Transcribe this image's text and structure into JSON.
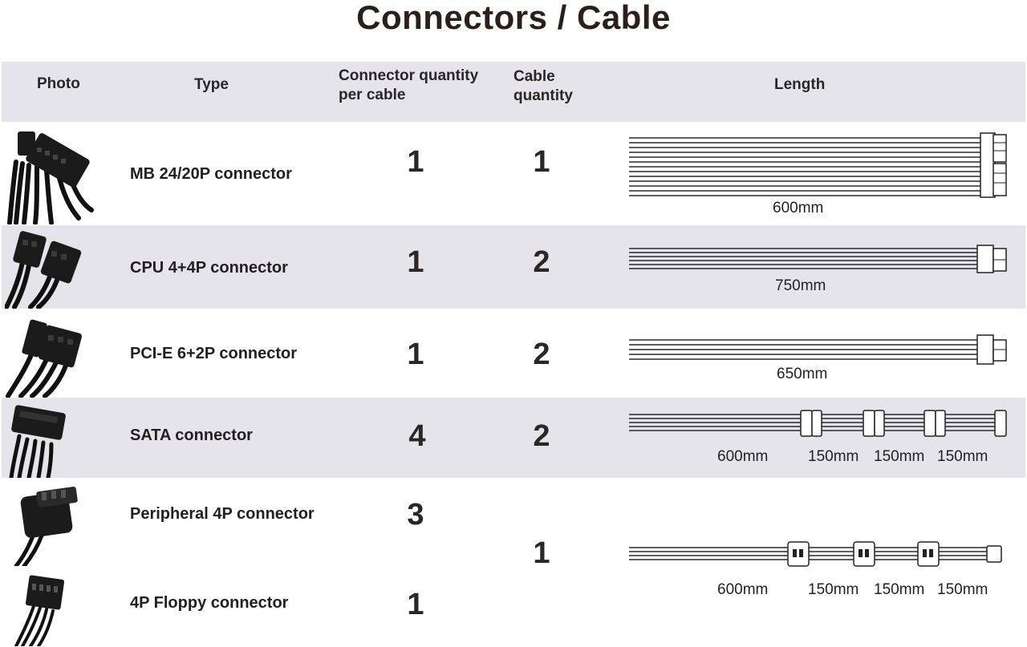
{
  "title": "Connectors / Cable",
  "header": {
    "photo": "Photo",
    "type": "Type",
    "connector_qty_line1": "Connector quantity",
    "connector_qty_line2": "per cable",
    "cable_qty_line1": "Cable",
    "cable_qty_line2": "quantity",
    "length": "Length"
  },
  "rows": [
    {
      "type": "MB 24/20P connector",
      "connector_qty": "1",
      "cable_qty": "1",
      "lengths": [
        "600mm"
      ],
      "photo_icon": "mb-24pin-connector-icon"
    },
    {
      "type": "CPU 4+4P connector",
      "connector_qty": "1",
      "cable_qty": "2",
      "lengths": [
        "750mm"
      ],
      "photo_icon": "cpu-8pin-connector-icon"
    },
    {
      "type": "PCI-E 6+2P connector",
      "connector_qty": "1",
      "cable_qty": "2",
      "lengths": [
        "650mm"
      ],
      "photo_icon": "pcie-8pin-connector-icon"
    },
    {
      "type": "SATA connector",
      "connector_qty": "4",
      "cable_qty": "2",
      "lengths": [
        "600mm",
        "150mm",
        "150mm",
        "150mm"
      ],
      "photo_icon": "sata-connector-icon"
    },
    {
      "type": "Peripheral 4P connector",
      "connector_qty": "3",
      "cable_qty": "1",
      "lengths": [
        "600mm",
        "150mm",
        "150mm",
        "150mm"
      ],
      "photo_icon": "molex-connector-icon"
    },
    {
      "type": "4P Floppy connector",
      "connector_qty": "1",
      "photo_icon": "floppy-connector-icon"
    }
  ],
  "colors": {
    "band": "#e5e4eb",
    "text": "#231f20",
    "cable": "#1a1a1a"
  }
}
